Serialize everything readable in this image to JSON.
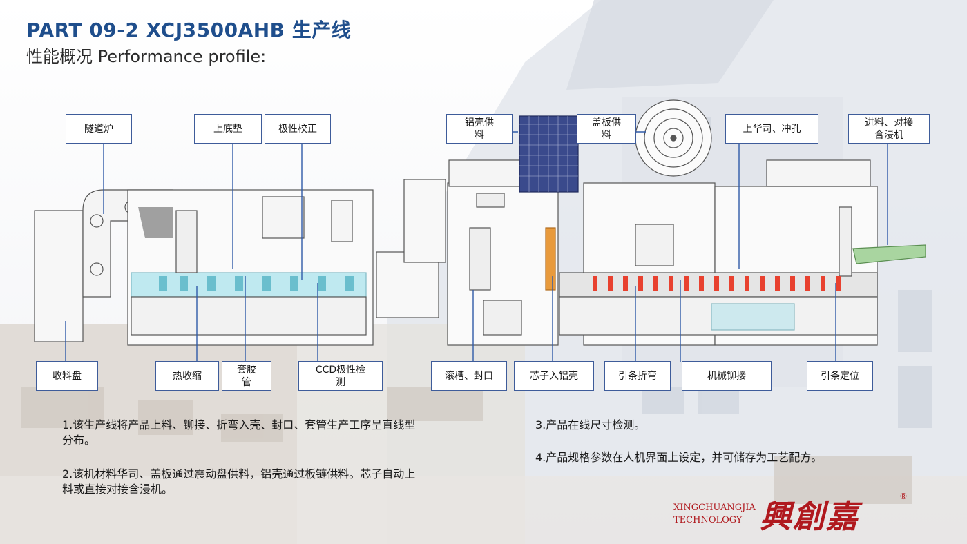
{
  "header": {
    "title": "PART 09-2  XCJ3500AHB 生产线",
    "subtitle": "性能概况 Performance profile:"
  },
  "callouts": {
    "tunnel_furnace": "隧道炉",
    "bottom_pad": "上底垫",
    "polarity_correction": "极性校正",
    "aluminum_shell_feed": [
      "铝壳供",
      "料"
    ],
    "cover_plate_feed": [
      "盖板供",
      "料"
    ],
    "washer_punch": "上华司、冲孔",
    "feed_dock": [
      "进料、对接",
      "含浸机"
    ],
    "receiving_tray": "收料盘",
    "heat_shrink": "热收缩",
    "sleeve": [
      "套胶",
      "管"
    ],
    "ccd_polarity_inspection": [
      "CCD极性检",
      "测"
    ],
    "grooving_sealing": "滚槽、封口",
    "core_into_shell": "芯子入铝壳",
    "lead_bending": "引条折弯",
    "mechanical_riveting": "机械铆接",
    "lead_positioning": "引条定位"
  },
  "descriptions": {
    "p1": [
      "1.该生产线将产品上料、铆接、折弯入壳、封口、套管生产工序呈直线型",
      "分布。"
    ],
    "p2": [
      "2.该机材料华司、盖板通过震动盘供料，铝壳通过板链供料。芯子自动上",
      "料或直接对接含浸机。"
    ],
    "p3": "3.产品在线尺寸检测。",
    "p4": "4.产品规格参数在人机界面上设定，并可储存为工艺配方。"
  },
  "brand": {
    "line1": "XINGCHUANGJIA",
    "line2": "TECHNOLOGY",
    "logo_text": "興創嘉",
    "registered": "®"
  },
  "colors": {
    "title_blue": "#1f4e8c",
    "callout_border": "#3e5c9a",
    "brand_red": "#b0191e",
    "accent_cyan": "#7fd3e0",
    "accent_red": "#e8412f",
    "chain_blue": "#2f3e8c"
  }
}
